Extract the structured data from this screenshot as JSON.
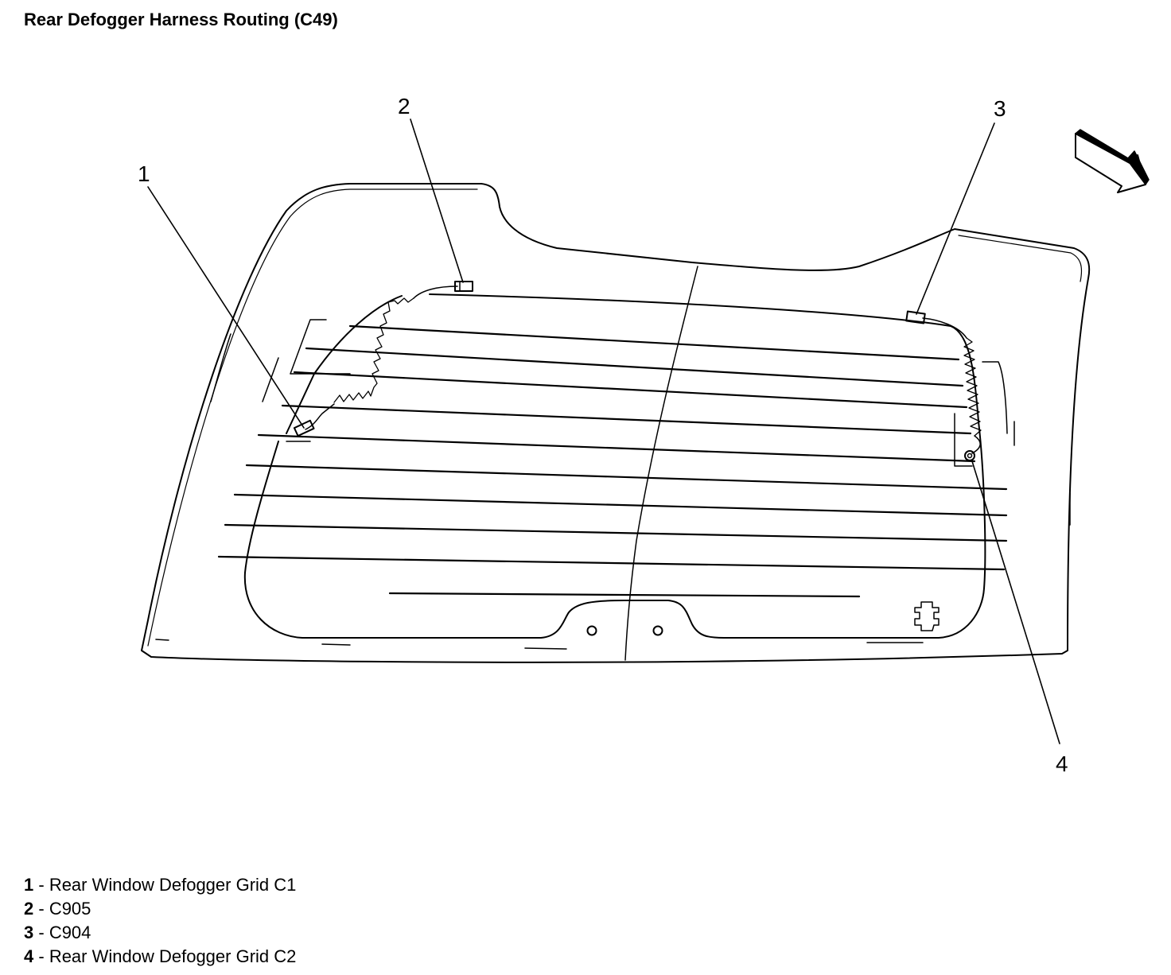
{
  "title": "Rear Defogger Harness Routing (C49)",
  "callouts": [
    "1",
    "2",
    "3",
    "4"
  ],
  "legend": [
    {
      "num": "1",
      "sep": " - ",
      "text": "Rear Window Defogger Grid C1"
    },
    {
      "num": "2",
      "sep": " - ",
      "text": "C905"
    },
    {
      "num": "3",
      "sep": " - ",
      "text": "C904"
    },
    {
      "num": "4",
      "sep": " - ",
      "text": "Rear Window Defogger Grid C2"
    }
  ]
}
